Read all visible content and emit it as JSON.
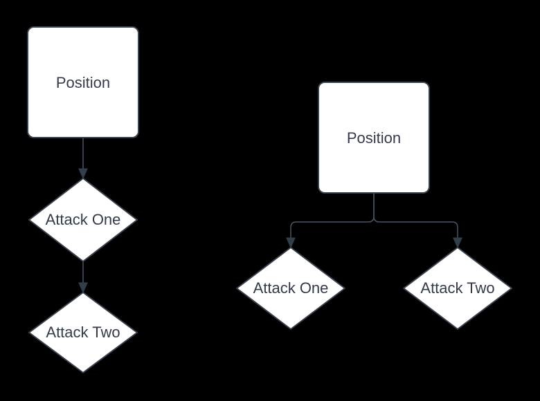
{
  "canvas": {
    "background": "#000000",
    "kind": "flowchart-diagram"
  },
  "styles": {
    "shape_fill": "#ffffff",
    "shape_border": "#39424f",
    "edge_color": "#4a5663",
    "arrowhead_color": "#333e4b",
    "text_color": "#333b4a"
  },
  "left_flow": {
    "nodes": [
      {
        "id": "position",
        "shape": "rounded-rectangle",
        "label": "Position"
      },
      {
        "id": "attack-one",
        "shape": "diamond",
        "label": "Attack One"
      },
      {
        "id": "attack-two",
        "shape": "diamond",
        "label": "Attack Two"
      }
    ],
    "edges": [
      {
        "from": "position",
        "to": "attack-one",
        "arrow": "triangle"
      },
      {
        "from": "attack-one",
        "to": "attack-two",
        "arrow": "triangle"
      }
    ]
  },
  "right_flow": {
    "nodes": [
      {
        "id": "position",
        "shape": "rounded-rectangle",
        "label": "Position"
      },
      {
        "id": "attack-one",
        "shape": "diamond",
        "label": "Attack One"
      },
      {
        "id": "attack-two",
        "shape": "diamond",
        "label": "Attack Two"
      }
    ],
    "edges": [
      {
        "from": "position",
        "to": "attack-one",
        "arrow": "triangle"
      },
      {
        "from": "position",
        "to": "attack-two",
        "arrow": "triangle"
      }
    ]
  }
}
